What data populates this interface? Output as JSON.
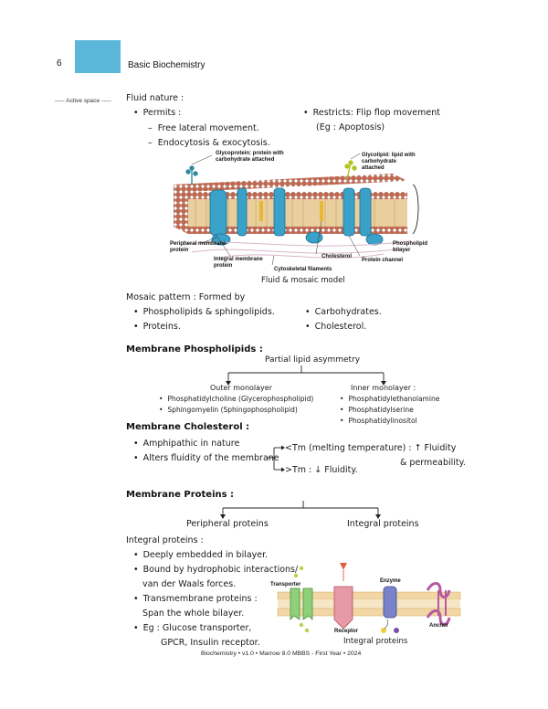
{
  "header": {
    "page_number": "6",
    "title": "Basic Biochemistry",
    "accent_color": "#5bb7d9"
  },
  "sidebar": {
    "active_space": "----- Active space -----"
  },
  "fluid": {
    "heading": "Fluid nature :",
    "permits": "Permits :",
    "permit_items": [
      "Free lateral movement.",
      "Endocytosis & exocytosis."
    ],
    "restricts": "Restricts: Flip flop movement",
    "restricts_eg": "(Eg : Apoptosis)"
  },
  "figure1": {
    "labels": {
      "glycoprotein": "Glycoprotein: protein with carbohydrate attached",
      "glycolipid": "Glycolipid: lipid with carbohydrate attached",
      "peripheral": "Peripheral membrane protein",
      "integral": "Integral membrane protein",
      "cytoskeletal": "Cytoskeletal filaments",
      "cholesterol": "Cholesterol",
      "channel": "Protein channel",
      "bilayer": "Phospholipid bilayer"
    },
    "caption": "Fluid & mosaic model"
  },
  "mosaic": {
    "heading": "Mosaic pattern : Formed by",
    "left_items": [
      "Phospholipids & sphingolipids.",
      "Proteins."
    ],
    "right_items": [
      "Carbohydrates.",
      "Cholesterol."
    ]
  },
  "phospholipids": {
    "heading": "Membrane Phospholipids :",
    "root": "Partial lipid asymmetry",
    "outer": {
      "title": "Outer monolayer",
      "items": [
        "Phosphatidylcholine (Glycerophospholipid)",
        "Sphingomyelin (Sphingophospholipid)"
      ]
    },
    "inner": {
      "title": "Inner monolayer :",
      "items": [
        "Phosphatidylethanolamine",
        "Phosphatidylserine",
        "Phosphatidylinositol"
      ]
    }
  },
  "cholesterol": {
    "heading": "Membrane Cholesterol :",
    "items": [
      "Amphipathic in nature",
      "Alters fluidity of the membrane"
    ],
    "branch1": "<Tm (melting temperature) : ↑ Fluidity",
    "branch1b": "& permeability.",
    "branch2": ">Tm : ↓ Fluidity."
  },
  "proteins": {
    "heading": "Membrane Proteins :",
    "left": "Peripheral proteins",
    "right": "Integral proteins",
    "integral_heading": "Integral proteins :",
    "items": [
      "Deeply embedded in bilayer.",
      "Bound by hydrophobic interactions/",
      "van der Waals forces.",
      "Transmembrane proteins :",
      "Span the whole bilayer.",
      "Eg : Glucose transporter,",
      "GPCR, Insulin receptor."
    ],
    "figure_labels": {
      "transporter": "Transporter",
      "receptor": "Receptor",
      "enzyme": "Enzyme",
      "anchor": "Anchor"
    },
    "figure_caption": "Integral proteins"
  },
  "footer": "Biochemistry • v1.0 • Marrow 8.0 MBBS - First Year • 2024"
}
